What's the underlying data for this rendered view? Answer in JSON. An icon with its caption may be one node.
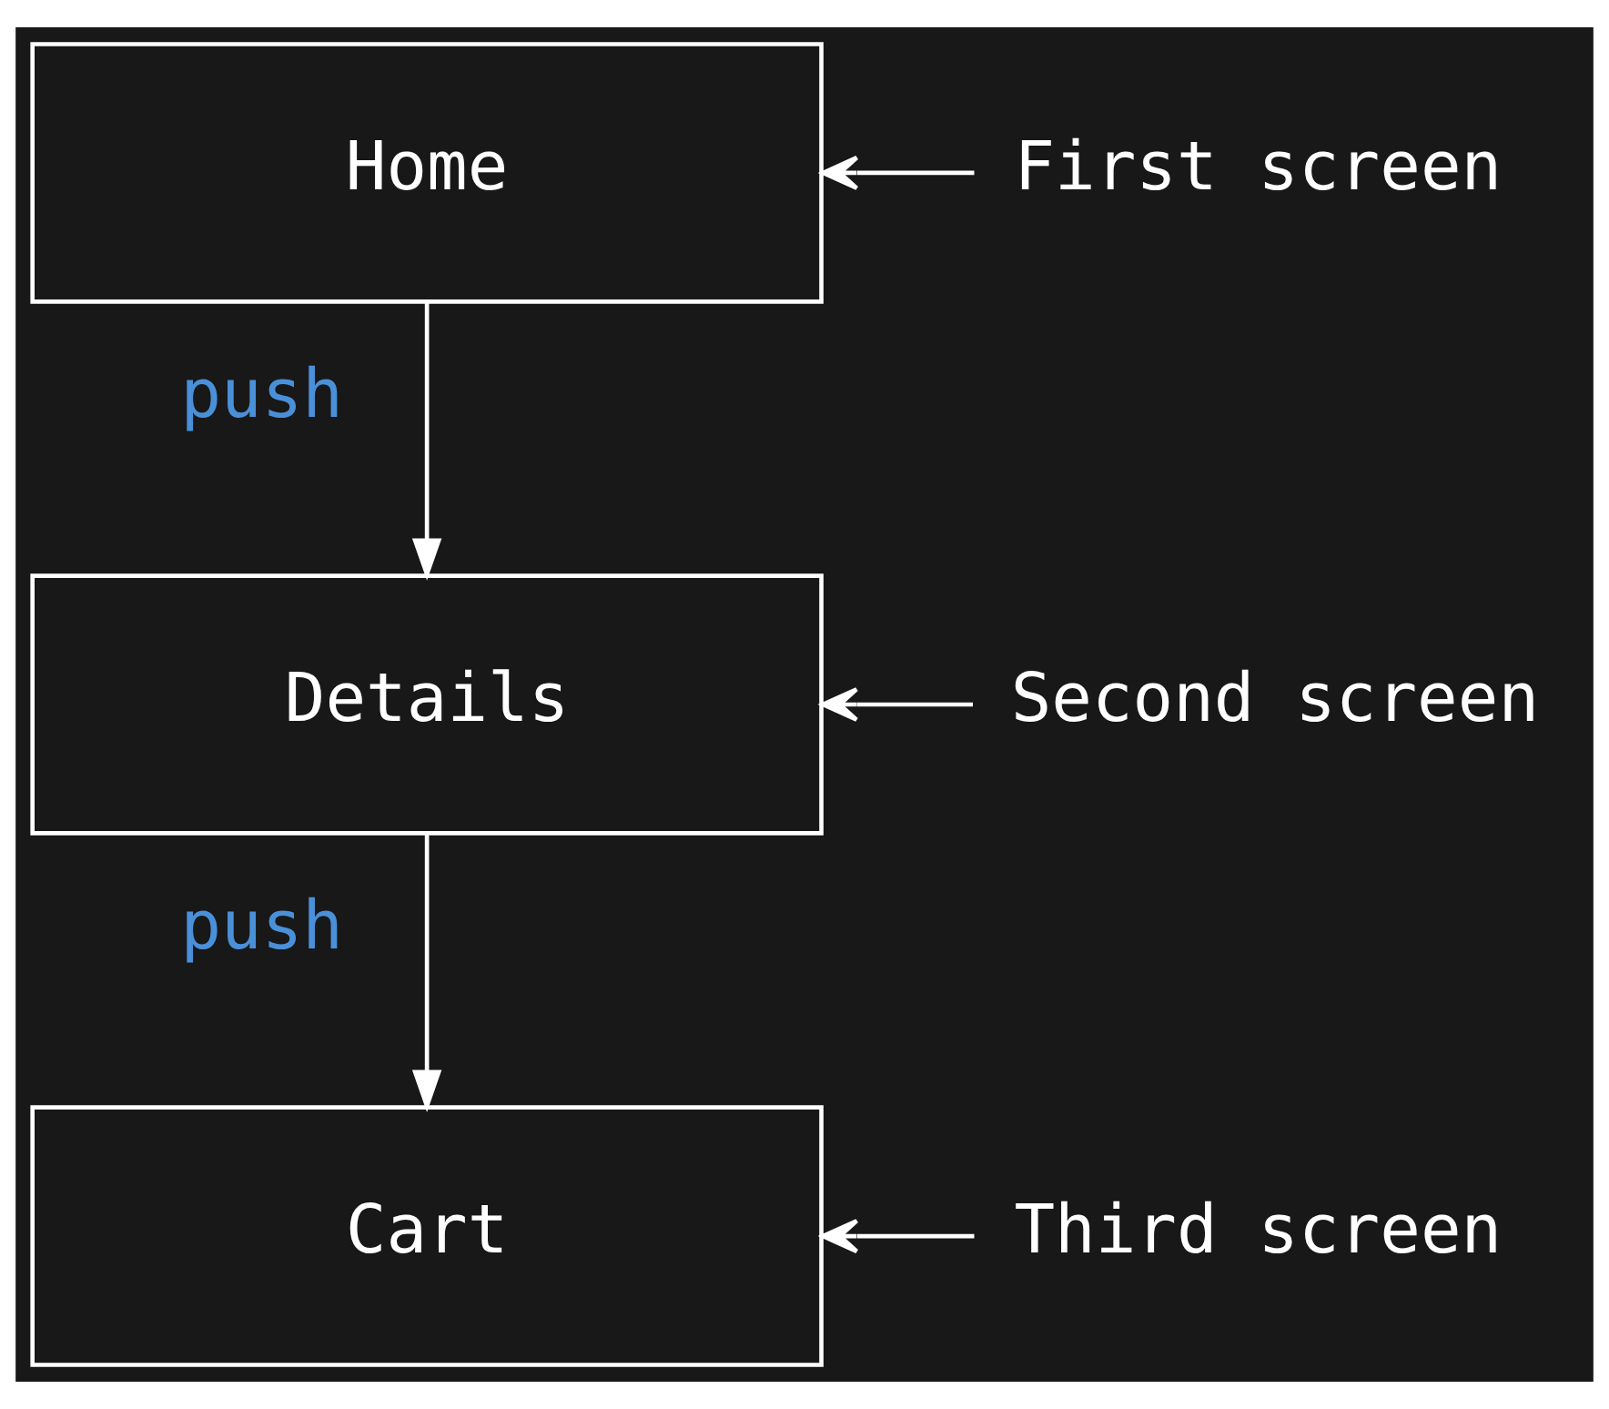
{
  "diagram": {
    "nodes": [
      {
        "text": [
          "Home"
        ]
      },
      {
        "text": [
          "First screen"
        ]
      },
      {
        "text": [
          "Details"
        ]
      },
      {
        "text": [
          "Second screen"
        ]
      },
      {
        "text": [
          "Cart"
        ]
      },
      {
        "text": [
          "Third screen"
        ]
      }
    ],
    "edges": [
      {
        "from": 0,
        "to": 2,
        "arrow": "to",
        "label": "push"
      },
      {
        "from": 2,
        "to": 4,
        "arrow": "to",
        "label": "push"
      },
      {
        "from": 1,
        "to": 0,
        "arrow": "to"
      },
      {
        "from": 3,
        "to": 2,
        "arrow": "to"
      },
      {
        "from": 5,
        "to": 4,
        "arrow": "to"
      }
    ]
  }
}
